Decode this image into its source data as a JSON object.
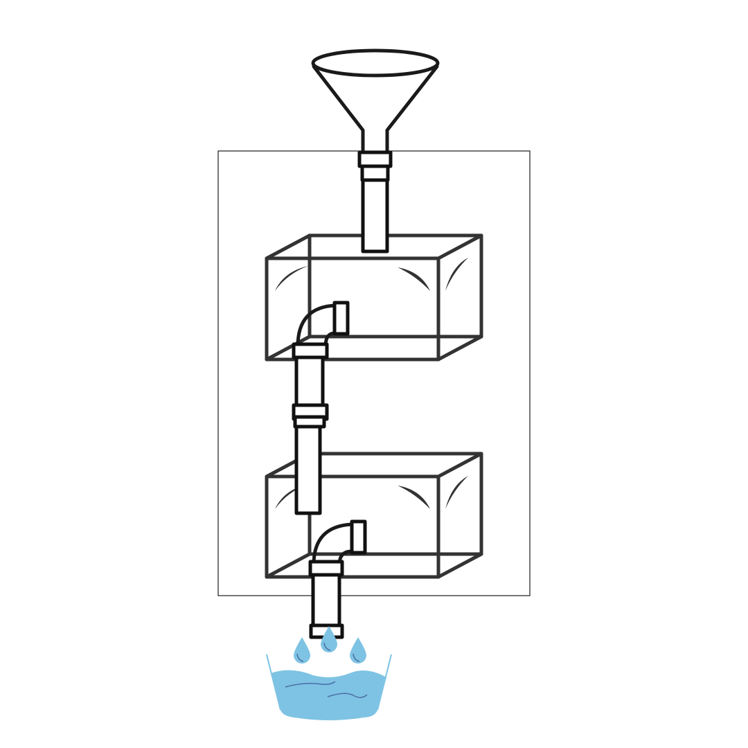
{
  "colors": {
    "line": "#1a1a1a",
    "tank_line": "#333333",
    "water": "#7ec3e3",
    "water_line": "#4a6fa5",
    "background": "#ffffff"
  },
  "components": [
    {
      "name": "funnel"
    },
    {
      "name": "upper-tank"
    },
    {
      "name": "lower-tank"
    },
    {
      "name": "connecting-pipe"
    },
    {
      "name": "outlet-pipe"
    },
    {
      "name": "water-drops",
      "count": 3
    },
    {
      "name": "collection-bucket"
    }
  ]
}
